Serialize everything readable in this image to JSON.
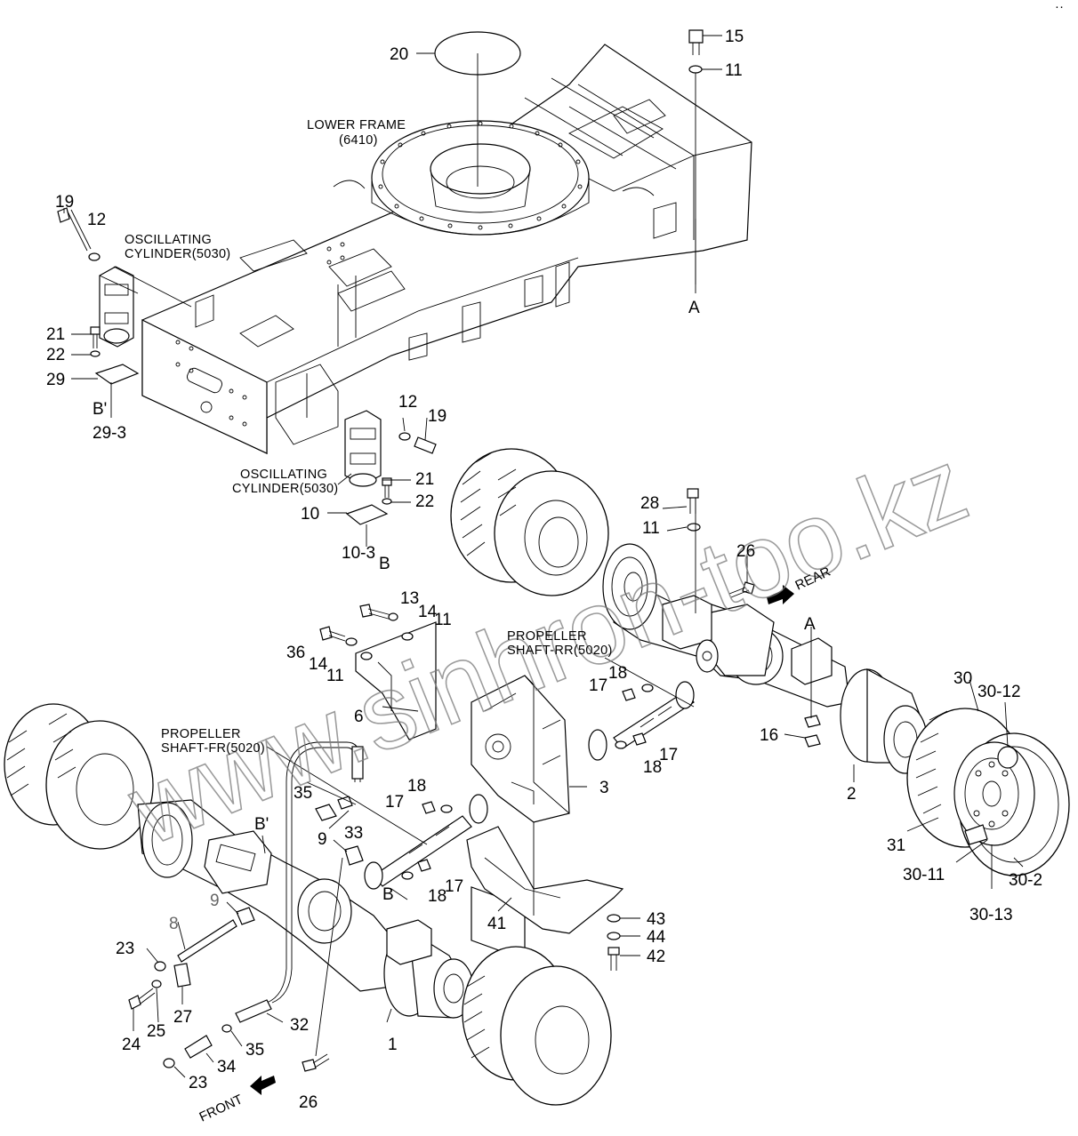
{
  "watermark": "www.sinhron-too.kz",
  "corner_mark": "··",
  "names": {
    "lower_frame_1": "LOWER FRAME",
    "lower_frame_2": "(6410)",
    "osc_cyl_1": "OSCILLATING",
    "osc_cyl_2": "CYLINDER(5030)",
    "prop_rr_1": "PROPELLER",
    "prop_rr_2": "SHAFT-RR(5020)",
    "prop_fr_1": "PROPELLER",
    "prop_fr_2": "SHAFT-FR(5020)"
  },
  "directions": {
    "rear": "REAR",
    "front": "FRONT"
  },
  "refs": {
    "a": "A",
    "b": "B",
    "b_prime": "B'"
  },
  "callouts": {
    "c20": "20",
    "c15": "15",
    "c11a": "11",
    "c19a": "19",
    "c12a": "12",
    "c21a": "21",
    "c22a": "22",
    "c29": "29",
    "c29_3": "29-3",
    "c12b": "12",
    "c19b": "19",
    "c21b": "21",
    "c22b": "22",
    "c10": "10",
    "c10_3": "10-3",
    "c28": "28",
    "c11b": "11",
    "c26a": "26",
    "c13": "13",
    "c14a": "14",
    "c11c": "11",
    "c36": "36",
    "c14b": "14",
    "c11d": "11",
    "c6": "6",
    "c18a": "18",
    "c17a": "17",
    "c17b": "17",
    "c18b": "18",
    "c3": "3",
    "c30": "30",
    "c30_12": "30-12",
    "c16": "16",
    "c2": "2",
    "c31": "31",
    "c30_11": "30-11",
    "c30_2": "30-2",
    "c30_13": "30-13",
    "c35a": "35",
    "c33": "33",
    "c9a": "9",
    "c9b": "9",
    "c8": "8",
    "c17c": "17",
    "c18c": "18",
    "c18d": "18",
    "c17d": "17",
    "c23a": "23",
    "c24": "24",
    "c25": "25",
    "c27": "27",
    "c32": "32",
    "c35b": "35",
    "c34": "34",
    "c23b": "23",
    "c1": "1",
    "c26b": "26",
    "c41": "41",
    "c43": "43",
    "c44": "44",
    "c42": "42"
  }
}
